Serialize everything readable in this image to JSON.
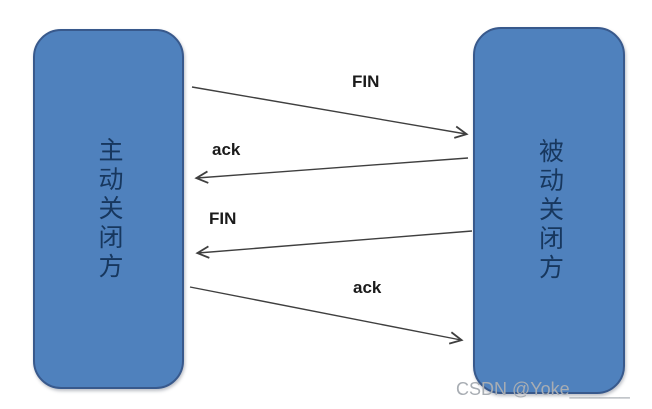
{
  "diagram": {
    "title_semantic": "TCP four-way handshake connection close sequence",
    "left_node": {
      "label": "主动关闭方"
    },
    "right_node": {
      "label": "被动关闭方"
    },
    "messages": [
      {
        "label": "FIN",
        "from": "left",
        "to": "right"
      },
      {
        "label": "ack",
        "from": "right",
        "to": "left"
      },
      {
        "label": "FIN",
        "from": "right",
        "to": "left"
      },
      {
        "label": "ack",
        "from": "left",
        "to": "right"
      }
    ],
    "colors": {
      "node_fill": "#4f81bd",
      "node_border": "#38598c",
      "node_text": "#17375e",
      "arrow": "#3f3f3f",
      "message_text": "#1b1b1b",
      "watermark_text": "#a8adb3",
      "background": "#ffffff"
    },
    "watermark": "CSDN @Yoke______"
  }
}
